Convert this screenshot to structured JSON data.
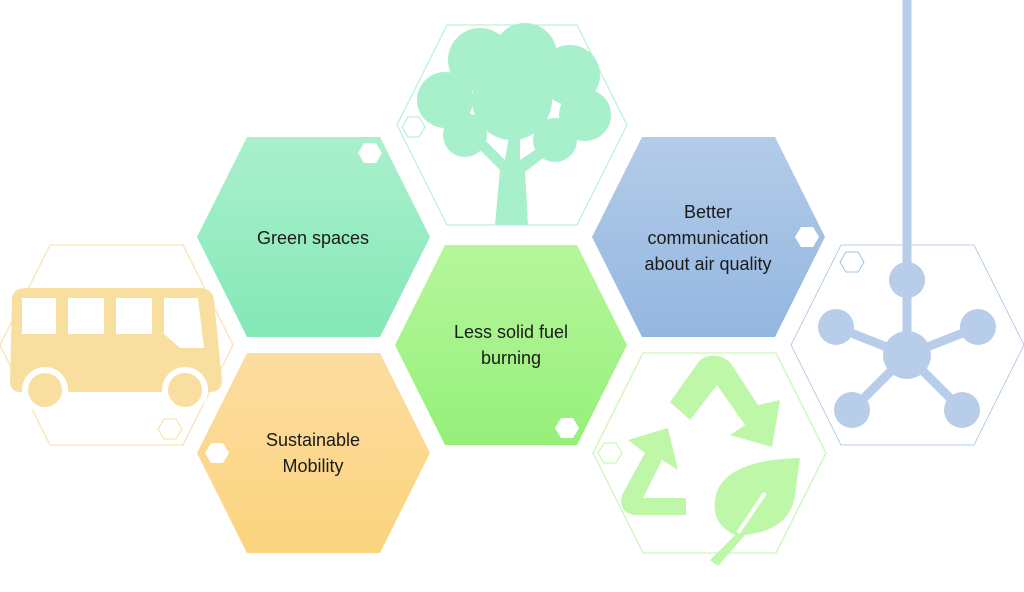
{
  "labels": {
    "green_spaces": "Green spaces",
    "less_fuel_1": "Less solid fuel",
    "less_fuel_2": "burning",
    "better_1": "Better",
    "better_2": "communication",
    "better_3": "about air quality",
    "mobility_1": "Sustainable",
    "mobility_2": "Mobility"
  },
  "icons": [
    "tree-icon",
    "bus-icon",
    "network-icon",
    "recycle-leaf-icon"
  ],
  "colors": {
    "green_spaces": "#96ecc2",
    "less_fuel": "#a6f28a",
    "mobility": "#fcd68c",
    "better": "#a3c0e4",
    "tree": "#a8efcc",
    "bus": "#f8dfa0",
    "network": "#b8cde9",
    "recycle": "#bef7a8"
  }
}
